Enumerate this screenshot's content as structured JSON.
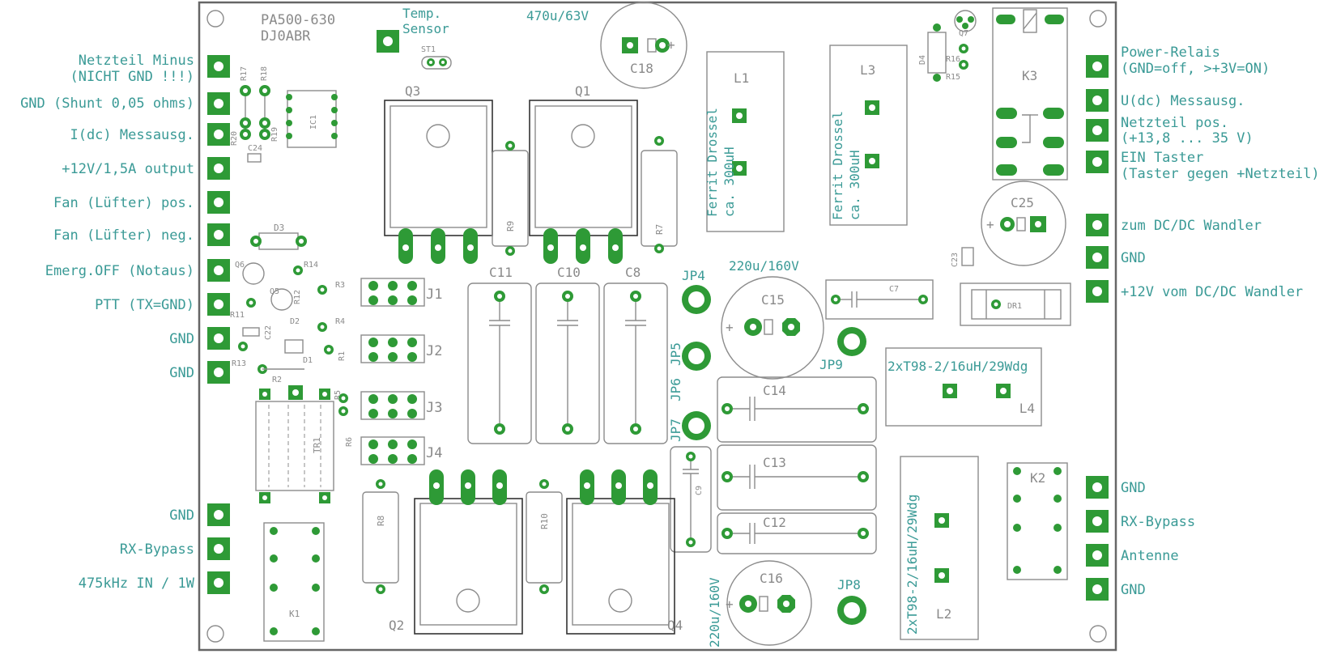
{
  "colors": {
    "board_outline": "#666666",
    "silk": "#8c8c8c",
    "pad_green": "#2e9a36",
    "text_teal": "#3a9a96"
  },
  "board": {
    "name_line1": "PA500-630",
    "name_line2": "DJ0ABR",
    "temp_sensor_line1": "Temp.",
    "temp_sensor_line2": "Sensor",
    "st1": "ST1"
  },
  "left_connectors": [
    {
      "label": "Netzteil Minus",
      "sub": "(NICHT GND !!!)"
    },
    {
      "label": "GND (Shunt 0,05 ohms)"
    },
    {
      "label": "I(dc) Messausg."
    },
    {
      "label": "+12V/1,5A output"
    },
    {
      "label": "Fan (Lüfter) pos."
    },
    {
      "label": "Fan (Lüfter) neg."
    },
    {
      "label": "Emerg.OFF (Notaus)"
    },
    {
      "label": "PTT (TX=GND)"
    },
    {
      "label": "GND"
    },
    {
      "label": "GND"
    },
    {
      "label": "GND"
    },
    {
      "label": "RX-Bypass"
    },
    {
      "label": "475kHz IN / 1W"
    }
  ],
  "right_connectors": [
    {
      "label": "Power-Relais",
      "sub": "(GND=off, >+3V=ON)"
    },
    {
      "label": "U(dc) Messausg."
    },
    {
      "label": "Netzteil pos.",
      "sub": "(+13,8 ... 35 V)"
    },
    {
      "label": "EIN Taster",
      "sub": "(Taster gegen +Netzteil)"
    },
    {
      "label": "zum DC/DC Wandler"
    },
    {
      "label": "GND"
    },
    {
      "label": "+12V vom DC/DC Wandler"
    },
    {
      "label": "GND"
    },
    {
      "label": "RX-Bypass"
    },
    {
      "label": "Antenne"
    },
    {
      "label": "GND"
    }
  ],
  "components": {
    "c18_value": "470u/63V",
    "c18": "C18",
    "c15_value": "220u/160V",
    "c15": "C15",
    "c16_value": "220u/160V",
    "c16": "C16",
    "c25": "C25",
    "c11": "C11",
    "c10": "C10",
    "c8": "C8",
    "c14": "C14",
    "c13": "C13",
    "c12": "C12",
    "c7": "C7",
    "c9": "C9",
    "c22": "C22",
    "c23": "C23",
    "c24": "C24",
    "q1": "Q1",
    "q2": "Q2",
    "q3": "Q3",
    "q4": "Q4",
    "q5": "Q5",
    "q6": "Q6",
    "q7": "Q7",
    "l1": "L1",
    "l1_desc1": "Ferrit Drossel",
    "l1_desc2": "ca. 300uH",
    "l3": "L3",
    "l3_desc1": "Ferrit Drossel",
    "l3_desc2": "ca. 300uH",
    "l4": "L4",
    "l4_desc": "2xT98-2/16uH/29Wdg",
    "l2": "L2",
    "l2_desc": "2xT98-2/16uH/29Wdg",
    "k1": "K1",
    "k2": "K2",
    "k3": "K3",
    "ic1": "IC1",
    "tr1": "TR1",
    "dr1": "DR1",
    "d1": "D1",
    "d2": "D2",
    "d3": "D3",
    "d4": "D4",
    "j1": "J1",
    "j2": "J2",
    "j3": "J3",
    "j4": "J4",
    "jp4": "JP4",
    "jp5": "JP5",
    "jp6": "JP6",
    "jp7": "JP7",
    "jp8": "JP8",
    "jp9": "JP9",
    "r1": "R1",
    "r2": "R2",
    "r3": "R3",
    "r4": "R4",
    "r5": "R5",
    "r6": "R6",
    "r7": "R7",
    "r8": "R8",
    "r9": "R9",
    "r10": "R10",
    "r11": "R11",
    "r12": "R12",
    "r13": "R13",
    "r14": "R14",
    "r15": "R15",
    "r16": "R16",
    "r17": "R17",
    "r18": "R18",
    "r19": "R19",
    "r20": "R20"
  }
}
